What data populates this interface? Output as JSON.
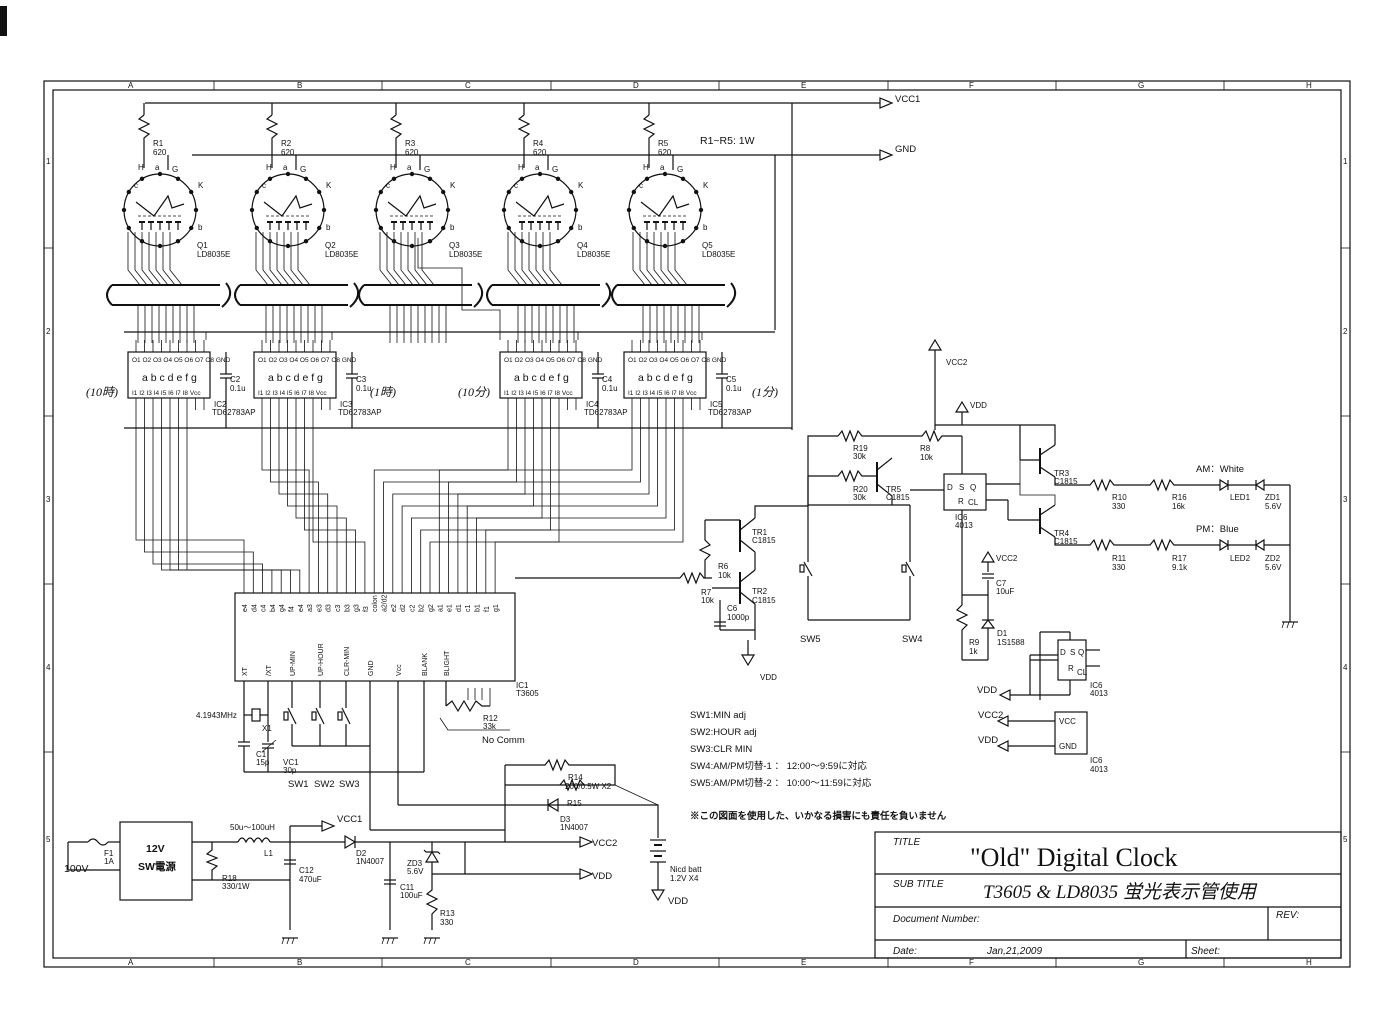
{
  "frame": {
    "col_labels": [
      "A",
      "B",
      "C",
      "D",
      "E",
      "F",
      "G",
      "H"
    ],
    "row_labels": [
      "1",
      "2",
      "3",
      "4",
      "5"
    ]
  },
  "rails": {
    "vcc1": "VCC1",
    "gnd": "GND",
    "resistor_note": "R1~R5: 1W"
  },
  "tubes": [
    {
      "ref": "Q1",
      "part": "LD8035E",
      "resistor": "R1",
      "value": "620"
    },
    {
      "ref": "Q2",
      "part": "LD8035E",
      "resistor": "R2",
      "value": "620"
    },
    {
      "ref": "Q3",
      "part": "LD8035E",
      "resistor": "R3",
      "value": "620"
    },
    {
      "ref": "Q4",
      "part": "LD8035E",
      "resistor": "R4",
      "value": "620"
    },
    {
      "ref": "Q5",
      "part": "LD8035E",
      "resistor": "R5",
      "value": "620"
    }
  ],
  "drivers": [
    {
      "ref": "IC2",
      "part": "TD62783AP",
      "digit": "(10時)",
      "cap": "C2",
      "cap_value": "0.1u"
    },
    {
      "ref": "IC3",
      "part": "TD62783AP",
      "digit": "(1時)",
      "cap": "C3",
      "cap_value": "0.1u"
    },
    {
      "ref": "IC4",
      "part": "TD62783AP",
      "digit": "(10分)",
      "cap": "C4",
      "cap_value": "0.1u"
    },
    {
      "ref": "IC5",
      "part": "TD62783AP",
      "digit": "(1分)",
      "cap": "C5",
      "cap_value": "0.1u"
    }
  ],
  "driver_pins": {
    "outputs": "O1 O2 O3 O4 O5 O6 O7 O8 GND",
    "segments": "a b c d e f g",
    "inputs": "I1 I2 I3 I4 I5 I6 I7 I8 Vcc"
  },
  "ic1": {
    "ref": "IC1",
    "part": "T3605",
    "top_pins": [
      "e4",
      "d4",
      "c4",
      "b4",
      "g4",
      "f4",
      "e4",
      "a3",
      "e3",
      "d3",
      "c3",
      "b3",
      "g3",
      "f3",
      "colon",
      "a2/d2",
      "e2",
      "d2",
      "c2",
      "b2",
      "g2",
      "a1",
      "e1",
      "d1",
      "c1",
      "b1",
      "f1",
      "g1"
    ],
    "bottom_pins": [
      "XT",
      "/XT",
      "UP-MIN",
      "UP-HOUR",
      "CLR-MIN",
      "GND",
      "Vcc",
      "BLANK",
      "BLIGHT"
    ],
    "crystal": "4.1943MHz",
    "x1": "X1",
    "c1": "C1",
    "c1_value": "15p",
    "vc1": "VC1",
    "vc1_value": "30p",
    "r12": "R12",
    "r12_value": "33k",
    "no_comm": "No Comm"
  },
  "switches": [
    "SW1",
    "SW2",
    "SW3",
    "SW4",
    "SW5"
  ],
  "switch_notes": [
    "SW1:MIN adj",
    "SW2:HOUR adj",
    "SW3:CLR MIN",
    "SW4:AM/PM切替-1 ： 12:00～9:59に対応",
    "SW5:AM/PM切替-2 ： 10:00～11:59に対応"
  ],
  "disclaimer": "※この図面を使用した、いかなる損害にも責任を負いません",
  "ampm": {
    "tr1": "TR1",
    "tr2": "TR2",
    "tr3": "TR3",
    "tr4": "TR4",
    "tr5": "TR5",
    "transistor": "C1815",
    "r6": "R6",
    "r6_value": "10k",
    "r7": "R7",
    "r7_value": "10k",
    "c6": "C6",
    "c6_value": "1000p",
    "r19": "R19",
    "r19_value": "30k",
    "r20": "R20",
    "r20_value": "30k",
    "r8": "R8",
    "r8_value": "10k",
    "ic6": "IC6",
    "ic6_part": "4013",
    "r10": "R10",
    "r10_value": "330",
    "r16": "R16",
    "r16_value": "16k",
    "r11": "R11",
    "r11_value": "330",
    "r17": "R17",
    "r17_value": "9.1k",
    "led1": "LED1",
    "led2": "LED2",
    "zd1": "ZD1",
    "zd2": "ZD2",
    "zd_value": "5.6V",
    "am_label": "AM：White",
    "pm_label": "PM：Blue",
    "c7": "C7",
    "c7_value": "10uF",
    "r9": "R9",
    "r9_value": "1k",
    "d1": "D1",
    "d1_part": "1S1588",
    "vcc2": "VCC2",
    "vdd": "VDD",
    "gnd_pin": "GND",
    "vcc_pin": "VCC"
  },
  "power": {
    "input": "100V",
    "fuse": "F1",
    "fuse_value": "1A",
    "supply": "12V",
    "supply_sub": "SW電源",
    "r18": "R18",
    "r18_value": "330/1W",
    "l1": "L1",
    "l1_value": "50u～100uH",
    "c12": "C12",
    "c12_value": "470uF",
    "d2": "D2",
    "d2_part": "1N4007",
    "d3": "D3",
    "d3_part": "1N4007",
    "c11": "C11",
    "c11_value": "100uF",
    "zd3": "ZD3",
    "zd3_value": "5.6V",
    "r13": "R13",
    "r13_value": "330",
    "r14": "R14",
    "r14_value": "200/0.5W X2",
    "r15": "R15",
    "battery": "Nicd batt",
    "battery_value": "1.2V X4"
  },
  "titleblock": {
    "title_label": "TITLE",
    "title": "\"Old\" Digital Clock",
    "subtitle_label": "SUB TITLE",
    "subtitle": "T3605 & LD8035 蛍光表示管使用",
    "docnum_label": "Document Number:",
    "rev_label": "REV:",
    "date_label": "Date:",
    "date": "Jan,21,2009",
    "sheet_label": "Sheet:"
  }
}
